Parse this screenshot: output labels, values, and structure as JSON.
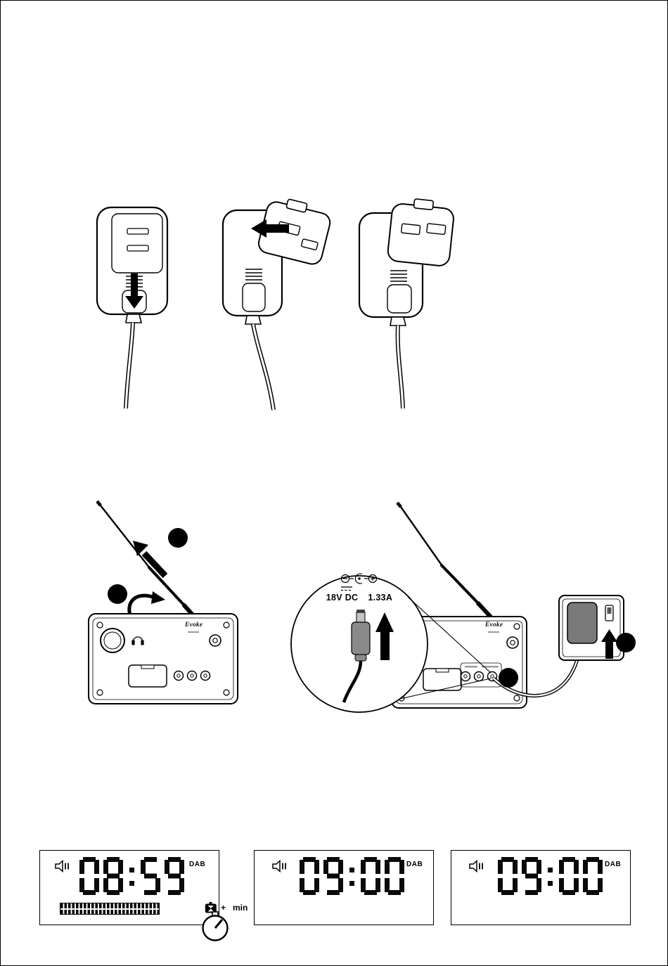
{
  "page": {
    "background": "#ffffff",
    "ink": "#000000",
    "adapter_gray": "#8a8a8a",
    "metal_gray": "#c4c4c4"
  },
  "figures": {
    "adapter_steps": {
      "panels": [
        "slide-release-catch",
        "fit-uk-plug-head",
        "assembled-uk-plug"
      ]
    },
    "antenna_setup": {
      "brand": "Evoke",
      "step_markers": 2
    },
    "power_connection": {
      "brand": "Evoke",
      "rating_volts": "18V DC",
      "rating_amps": "1.33A",
      "step_markers": 2
    }
  },
  "icons": {
    "volume": "speaker-pause-icon",
    "timer_key": "timer-key-icon",
    "stopwatch": "stopwatch-icon",
    "step_marker": "filled-circle-step-marker",
    "polarity": "dc-polarity-center-positive",
    "headphones": "headphones-icon"
  },
  "timer_legend": {
    "plus": "+",
    "unit": "min"
  },
  "displays": [
    {
      "time": "08:59",
      "band": "DAB",
      "volume_icon": "speaker-pause-icon",
      "progress_bar": true
    },
    {
      "time": "09:00",
      "band": "DAB",
      "volume_icon": "speaker-pause-icon",
      "progress_bar": false
    },
    {
      "time": "09:00",
      "band": "DAB",
      "volume_icon": "speaker-pause-icon",
      "progress_bar": false
    }
  ]
}
